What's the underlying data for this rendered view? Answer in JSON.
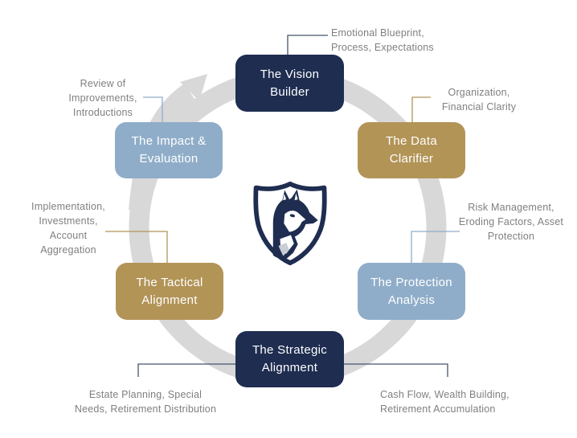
{
  "diagram": {
    "logo_icon": "husky-shield",
    "colors": {
      "navy": "#1e2d50",
      "gold": "#b29457",
      "light_blue": "#8fadc9",
      "ring_gray": "#d8d8d8",
      "note_text": "#7f7f7f",
      "connector_navy": "#44546a"
    },
    "boxes": [
      {
        "id": "vision",
        "label": "The Vision\nBuilder",
        "color": "#1e2d50"
      },
      {
        "id": "data",
        "label": "The Data\nClarifier",
        "color": "#b29457"
      },
      {
        "id": "protection",
        "label": "The Protection\nAnalysis",
        "color": "#8fadc9"
      },
      {
        "id": "strategic",
        "label": "The Strategic\nAlignment",
        "color": "#1e2d50"
      },
      {
        "id": "tactical",
        "label": "The Tactical\nAlignment",
        "color": "#b29457"
      },
      {
        "id": "impact",
        "label": "The Impact &\nEvaluation",
        "color": "#8fadc9"
      }
    ],
    "annotations": [
      {
        "target": "vision",
        "text": "Emotional Blueprint,\nProcess, Expectations"
      },
      {
        "target": "data",
        "text": "Organization,\nFinancial Clarity"
      },
      {
        "target": "protection",
        "text": "Risk Management,\nEroding Factors, Asset\nProtection"
      },
      {
        "target": "strategic-right",
        "text": "Cash Flow, Wealth Building,\nRetirement Accumulation"
      },
      {
        "target": "strategic-left",
        "text": "Estate Planning, Special\nNeeds, Retirement Distribution"
      },
      {
        "target": "tactical",
        "text": "Implementation,\nInvestments, Account\nAggregation"
      },
      {
        "target": "impact",
        "text": "Review of\nImprovements,\nIntroductions"
      }
    ]
  }
}
